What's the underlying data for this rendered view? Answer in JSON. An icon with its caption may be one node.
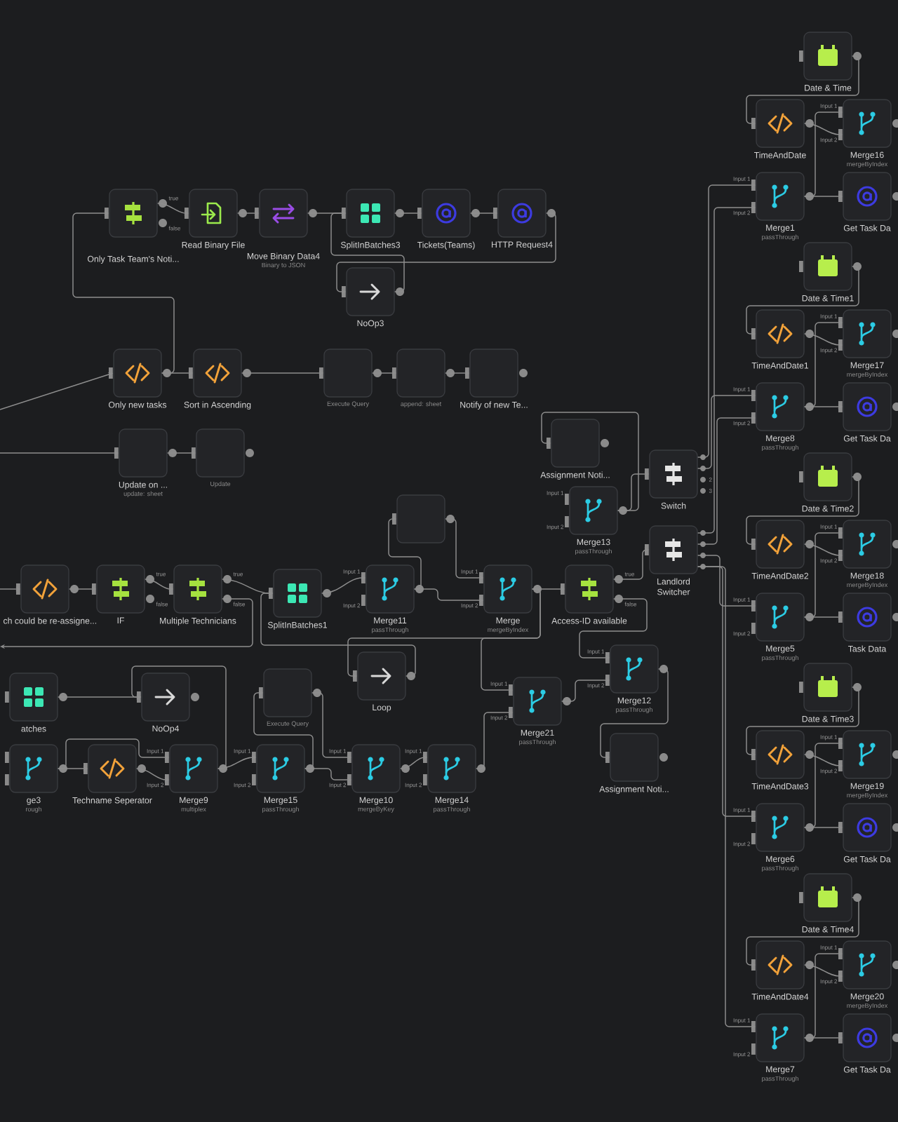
{
  "diagram": {
    "nodes": [
      {
        "text": [
          "Only Task Team's Noti..."
        ],
        "beside": [
          "true",
          "false"
        ]
      },
      {
        "text": [
          "Read Binary File"
        ]
      },
      {
        "text": [
          "Move Binary Data4",
          "Binary to JSON"
        ]
      },
      {
        "text": [
          "SplitInBatches3"
        ]
      },
      {
        "text": [
          "Tickets(Teams)"
        ]
      },
      {
        "text": [
          "HTTP Request4"
        ]
      },
      {
        "text": [
          "NoOp3"
        ]
      },
      {
        "text": [
          "Only new tasks"
        ]
      },
      {
        "text": [
          "Sort in Ascending"
        ]
      },
      {
        "text": [
          "Execute Query"
        ]
      },
      {
        "text": [
          "append: sheet"
        ]
      },
      {
        "text": [
          "Notify of new Te..."
        ]
      },
      {
        "text": [
          "Update on ...",
          "update: sheet"
        ]
      },
      {
        "text": [
          "Update"
        ]
      },
      {
        "text": [
          "ch could be re-assigne..."
        ]
      },
      {
        "text": [
          "IF"
        ],
        "beside": [
          "true",
          "false"
        ]
      },
      {
        "text": [
          "Multiple Technicians"
        ],
        "beside": [
          "true",
          "false"
        ]
      },
      {
        "text": [
          "SplitInBatches1"
        ]
      },
      {
        "text": [],
        "shape": "box"
      },
      {
        "text": [
          "Merge11",
          "passThrough"
        ],
        "beside": [
          "Input 1",
          "Input 2"
        ]
      },
      {
        "text": [
          "Assignment Noti..."
        ]
      },
      {
        "text": [
          "Switch"
        ],
        "beside": [
          "2",
          "3"
        ]
      },
      {
        "text": [
          "Merge13",
          "passThrough"
        ],
        "beside": [
          "Input 1",
          "Input 2"
        ]
      },
      {
        "text": [
          "Landlord Switcher"
        ]
      },
      {
        "text": [
          "Merge",
          "mergeByIndex"
        ],
        "beside": [
          "Input 1",
          "Input 2"
        ]
      },
      {
        "text": [
          "Access-ID available"
        ],
        "beside": [
          "true",
          "false"
        ]
      },
      {
        "text": [
          "Loop"
        ]
      },
      {
        "text": [
          "atches"
        ]
      },
      {
        "text": [
          "NoOp4"
        ]
      },
      {
        "text": [
          "Execute Query"
        ]
      },
      {
        "text": [
          "ge3",
          "rough"
        ]
      },
      {
        "text": [
          "Techname Seperator"
        ]
      },
      {
        "text": [
          "Merge9",
          "multiplex"
        ],
        "beside": [
          "Input 1",
          "Input 2"
        ]
      },
      {
        "text": [
          "Merge15",
          "passThrough"
        ],
        "beside": [
          "Input 1",
          "Input 2"
        ]
      },
      {
        "text": [
          "Merge10",
          "mergeByKey"
        ],
        "beside": [
          "Input 1",
          "Input 2"
        ]
      },
      {
        "text": [
          "Merge14",
          "passThrough"
        ],
        "beside": [
          "Input 1",
          "Input 2"
        ]
      },
      {
        "text": [
          "Merge21",
          "passThrough"
        ],
        "beside": [
          "Input 1",
          "Input 2"
        ]
      },
      {
        "text": [
          "Merge12",
          "passThrough"
        ],
        "beside": [
          "Input 1",
          "Input 2"
        ]
      },
      {
        "text": [
          "Assignment Noti..."
        ]
      },
      {
        "text": [
          "Date & Time"
        ]
      },
      {
        "text": [
          "TimeAndDate"
        ]
      },
      {
        "text": [
          "Merge16",
          "mergeByIndex"
        ],
        "beside": [
          "Input 1",
          "Input 2"
        ]
      },
      {
        "text": [
          "Merge1",
          "passThrough"
        ],
        "beside": [
          "Input 1",
          "Input 2"
        ]
      },
      {
        "text": [
          "Get Task Da"
        ]
      },
      {
        "text": [
          "Date & Time1"
        ]
      },
      {
        "text": [
          "TimeAndDate1"
        ]
      },
      {
        "text": [
          "Merge17",
          "mergeByIndex"
        ],
        "beside": [
          "Input 1",
          "Input 2"
        ]
      },
      {
        "text": [
          "Merge8",
          "passThrough"
        ],
        "beside": [
          "Input 1",
          "Input 2"
        ]
      },
      {
        "text": [
          "Get Task Da"
        ]
      },
      {
        "text": [
          "Date & Time2"
        ]
      },
      {
        "text": [
          "TimeAndDate2"
        ]
      },
      {
        "text": [
          "Merge18",
          "mergeByIndex"
        ],
        "beside": [
          "Input 1",
          "Input 2"
        ]
      },
      {
        "text": [
          "Merge5",
          "passThrough"
        ],
        "beside": [
          "Input 1",
          "Input 2"
        ]
      },
      {
        "text": [
          "Task Data"
        ]
      },
      {
        "text": [
          "Date & Time3"
        ]
      },
      {
        "text": [
          "TimeAndDate3"
        ]
      },
      {
        "text": [
          "Merge19",
          "mergeByIndex"
        ],
        "beside": [
          "Input 1",
          "Input 2"
        ]
      },
      {
        "text": [
          "Merge6",
          "passThrough"
        ],
        "beside": [
          "Input 1",
          "Input 2"
        ]
      },
      {
        "text": [
          "Get Task Da"
        ]
      },
      {
        "text": [
          "Date & Time4"
        ]
      },
      {
        "text": [
          "TimeAndDate4"
        ]
      },
      {
        "text": [
          "Merge20",
          "mergeByIndex"
        ],
        "beside": [
          "Input 1",
          "Input 2"
        ]
      },
      {
        "text": [
          "Merge7",
          "passThrough"
        ],
        "beside": [
          "Input 1",
          "Input 2"
        ]
      },
      {
        "text": [
          "Get Task Da"
        ]
      }
    ],
    "edges": [
      {
        "from": null,
        "to": 7,
        "arrow": "to"
      },
      {
        "from": 7,
        "to": 0,
        "arrow": "to"
      },
      {
        "from": 0,
        "to": 1,
        "arrow": "to"
      },
      {
        "from": 1,
        "to": 2,
        "arrow": "to"
      },
      {
        "from": 2,
        "to": 3,
        "arrow": "to"
      },
      {
        "from": 3,
        "to": 4,
        "arrow": "to"
      },
      {
        "from": 4,
        "to": 5,
        "arrow": "to"
      },
      {
        "from": 5,
        "to": 6,
        "arrow": "to"
      },
      {
        "from": 6,
        "to": 3,
        "arrow": "to"
      },
      {
        "from": 7,
        "to": 8,
        "arrow": "to"
      },
      {
        "from": 8,
        "to": 9,
        "arrow": "to"
      },
      {
        "from": 9,
        "to": 10,
        "arrow": "to"
      },
      {
        "from": 10,
        "to": 11,
        "arrow": "to"
      },
      {
        "from": null,
        "to": 12,
        "arrow": "to"
      },
      {
        "from": 12,
        "to": 13,
        "arrow": "to"
      },
      {
        "from": null,
        "to": 14,
        "arrow": "to"
      },
      {
        "from": 14,
        "to": 15,
        "arrow": "to"
      },
      {
        "from": 15,
        "to": 16,
        "arrow": "to"
      },
      {
        "from": 16,
        "to": 17,
        "arrow": "to"
      },
      {
        "from": 16,
        "to": null,
        "arrow": "to"
      },
      {
        "from": 17,
        "to": 19,
        "arrow": "to"
      },
      {
        "from": 19,
        "to": 18,
        "arrow": "to"
      },
      {
        "from": 18,
        "to": 24,
        "arrow": "to"
      },
      {
        "from": 19,
        "to": 24,
        "arrow": "to"
      },
      {
        "from": 24,
        "to": 25,
        "arrow": "to"
      },
      {
        "from": 24,
        "to": 26,
        "arrow": "to"
      },
      {
        "from": 26,
        "to": 17,
        "arrow": "to"
      },
      {
        "from": 22,
        "to": 20,
        "arrow": "to"
      },
      {
        "from": 22,
        "to": 21,
        "arrow": "to"
      },
      {
        "from": 25,
        "to": 23,
        "arrow": "to"
      },
      {
        "from": 25,
        "to": 37,
        "arrow": "to"
      },
      {
        "from": 24,
        "to": 36,
        "arrow": "to"
      },
      {
        "from": 36,
        "to": 37,
        "arrow": "to"
      },
      {
        "from": 37,
        "to": 38,
        "arrow": "to"
      },
      {
        "from": 35,
        "to": 36,
        "arrow": "to"
      },
      {
        "from": 30,
        "to": 31,
        "arrow": "to"
      },
      {
        "from": 30,
        "to": 32,
        "arrow": "to"
      },
      {
        "from": 31,
        "to": 32,
        "arrow": "to"
      },
      {
        "from": 27,
        "to": 28,
        "arrow": "to"
      },
      {
        "from": 32,
        "to": 28,
        "arrow": "to"
      },
      {
        "from": 32,
        "to": 33,
        "arrow": "to"
      },
      {
        "from": 33,
        "to": 29,
        "arrow": "to"
      },
      {
        "from": 29,
        "to": 34,
        "arrow": "to"
      },
      {
        "from": 33,
        "to": 34,
        "arrow": "to"
      },
      {
        "from": 34,
        "to": 35,
        "arrow": "to"
      },
      {
        "from": 21,
        "to": 42,
        "arrow": "to"
      },
      {
        "from": 21,
        "to": 47,
        "arrow": "to"
      },
      {
        "from": 23,
        "to": 42,
        "arrow": "to"
      },
      {
        "from": 23,
        "to": 47,
        "arrow": "to"
      },
      {
        "from": 23,
        "to": 52,
        "arrow": "to"
      },
      {
        "from": 23,
        "to": 57,
        "arrow": "to"
      },
      {
        "from": 23,
        "to": 62,
        "arrow": "to"
      },
      {
        "from": 39,
        "to": 40,
        "arrow": "to"
      },
      {
        "from": 40,
        "to": 41,
        "arrow": "to"
      },
      {
        "from": 42,
        "to": 43,
        "arrow": "to"
      },
      {
        "from": 42,
        "to": 41,
        "arrow": "to"
      },
      {
        "from": 44,
        "to": 45,
        "arrow": "to"
      },
      {
        "from": 45,
        "to": 46,
        "arrow": "to"
      },
      {
        "from": 47,
        "to": 48,
        "arrow": "to"
      },
      {
        "from": 47,
        "to": 46,
        "arrow": "to"
      },
      {
        "from": 49,
        "to": 50,
        "arrow": "to"
      },
      {
        "from": 50,
        "to": 51,
        "arrow": "to"
      },
      {
        "from": 52,
        "to": 53,
        "arrow": "to"
      },
      {
        "from": 52,
        "to": 51,
        "arrow": "to"
      },
      {
        "from": 54,
        "to": 55,
        "arrow": "to"
      },
      {
        "from": 55,
        "to": 56,
        "arrow": "to"
      },
      {
        "from": 57,
        "to": 58,
        "arrow": "to"
      },
      {
        "from": 57,
        "to": 56,
        "arrow": "to"
      },
      {
        "from": 59,
        "to": 60,
        "arrow": "to"
      },
      {
        "from": 60,
        "to": 61,
        "arrow": "to"
      },
      {
        "from": 62,
        "to": 63,
        "arrow": "to"
      },
      {
        "from": 62,
        "to": 61,
        "arrow": "to"
      }
    ]
  }
}
